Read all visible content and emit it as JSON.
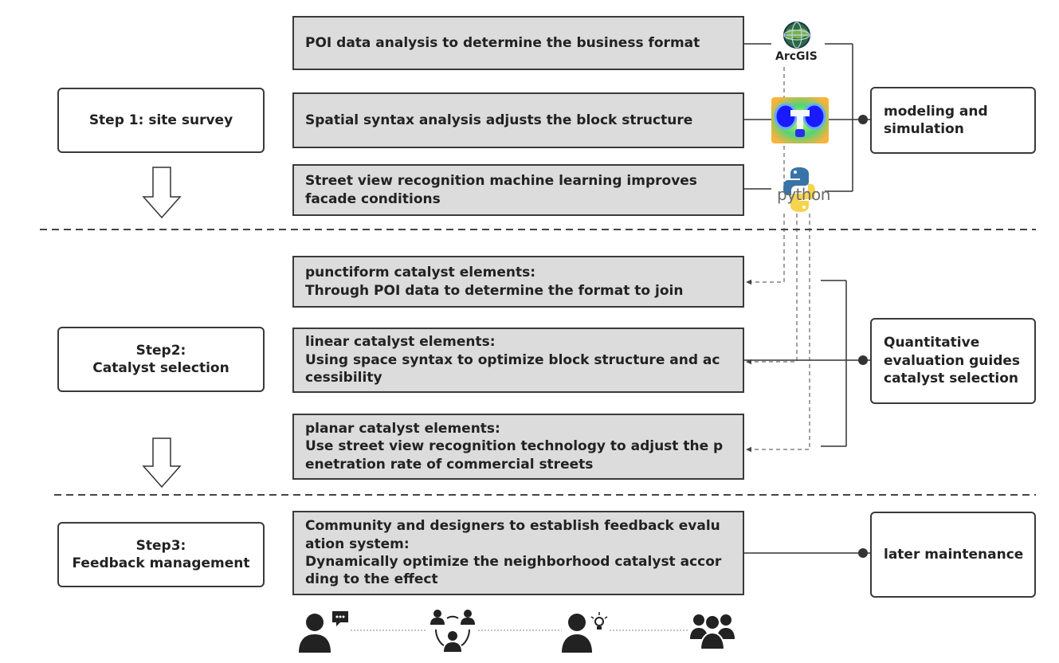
{
  "steps": [
    {
      "lines": [
        "Step 1: site survey"
      ]
    },
    {
      "lines": [
        "Step2:",
        "Catalyst selection"
      ]
    },
    {
      "lines": [
        "Step3:",
        "Feedback management"
      ]
    }
  ],
  "processes": [
    {
      "lines": [
        "POI data analysis to determine the business format"
      ]
    },
    {
      "lines": [
        "Spatial syntax analysis adjusts the block structure"
      ]
    },
    {
      "lines": [
        "Street view recognition machine learning improves",
        "facade conditions"
      ]
    },
    {
      "lines": [
        "punctiform catalyst elements:",
        "Through POI data to determine the format to join"
      ]
    },
    {
      "lines": [
        "linear catalyst elements:",
        "Using space syntax to optimize block structure and ac",
        "cessibility"
      ]
    },
    {
      "lines": [
        "planar catalyst elements:",
        "Use street view recognition technology to adjust the p",
        "enetration rate of commercial streets"
      ]
    },
    {
      "lines": [
        "Community and designers to establish feedback evalu",
        "ation system:",
        "Dynamically optimize the neighborhood catalyst accor",
        "ding to the effect"
      ]
    }
  ],
  "outcomes": [
    {
      "lines": [
        "modeling and",
        "simulation"
      ]
    },
    {
      "lines": [
        "Quantitative",
        "evaluation guides",
        "catalyst selection"
      ]
    },
    {
      "lines": [
        "later maintenance"
      ]
    }
  ],
  "tools": {
    "arcgis": {
      "label": "ArcGIS",
      "icon": "globe-icon"
    },
    "depthmap": {
      "icon": "depthmap-icon"
    },
    "python": {
      "label": "python",
      "icon": "python-logo-icon"
    }
  },
  "colors": {
    "process_fill": "#dcdcdc",
    "border": "#3a3a3a",
    "python_blue": "#3a73a8",
    "python_yellow": "#f5cf3b"
  },
  "people_icons": [
    "speaker-icon",
    "network-people-icon",
    "idea-person-icon",
    "group-icon"
  ]
}
